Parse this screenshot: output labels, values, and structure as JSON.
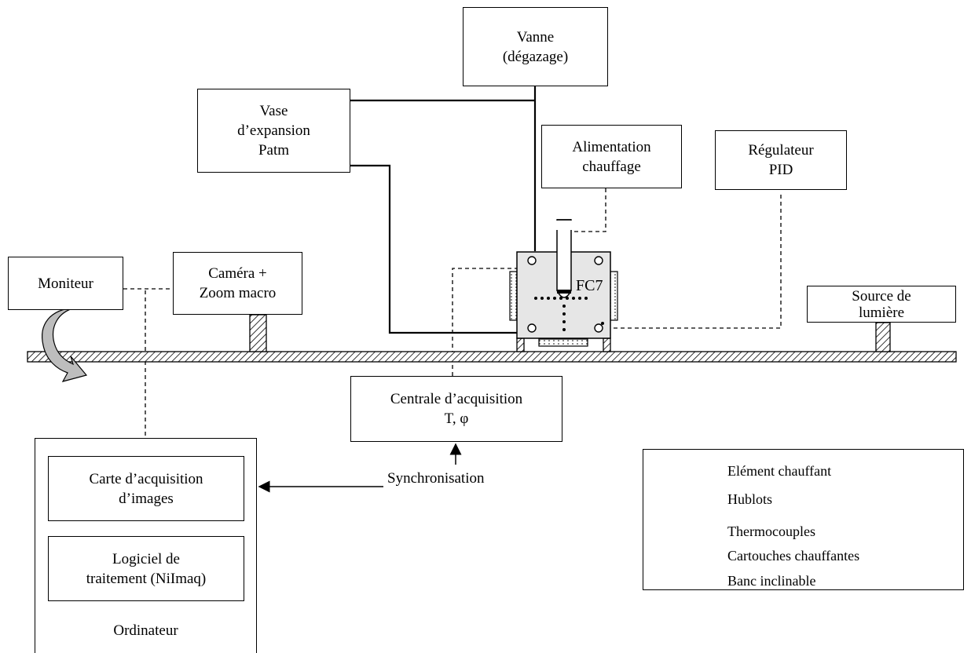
{
  "boxes": {
    "vanne": [
      "Vanne",
      "(dégazage)"
    ],
    "vase": [
      "Vase",
      "d’expansion",
      "Patm"
    ],
    "alimentation": [
      "Alimentation",
      "chauffage"
    ],
    "regulateur": [
      "Régulateur",
      "PID"
    ],
    "moniteur": [
      "Moniteur"
    ],
    "camera": [
      "Caméra +",
      "Zoom macro"
    ],
    "source": [
      "Source de",
      "lumière"
    ],
    "centrale": [
      "Centrale d’acquisition",
      "T, φ"
    ],
    "carte": [
      "Carte d’acquisition",
      "d’images"
    ],
    "logiciel": [
      "Logiciel de",
      "traitement (NiImaq)"
    ],
    "ordinateur": "Ordinateur"
  },
  "cell_label": "FC7",
  "sync_label": "Synchronisation",
  "legend": [
    {
      "symbol": "heating-element",
      "label": "Elément chauffant"
    },
    {
      "symbol": "window",
      "label": "Hublots"
    },
    {
      "symbol": "thermocouple",
      "label": "Thermocouples"
    },
    {
      "symbol": "cartridge",
      "label": "Cartouches chauffantes"
    },
    {
      "symbol": "bench",
      "label": "Banc inclinable"
    }
  ]
}
